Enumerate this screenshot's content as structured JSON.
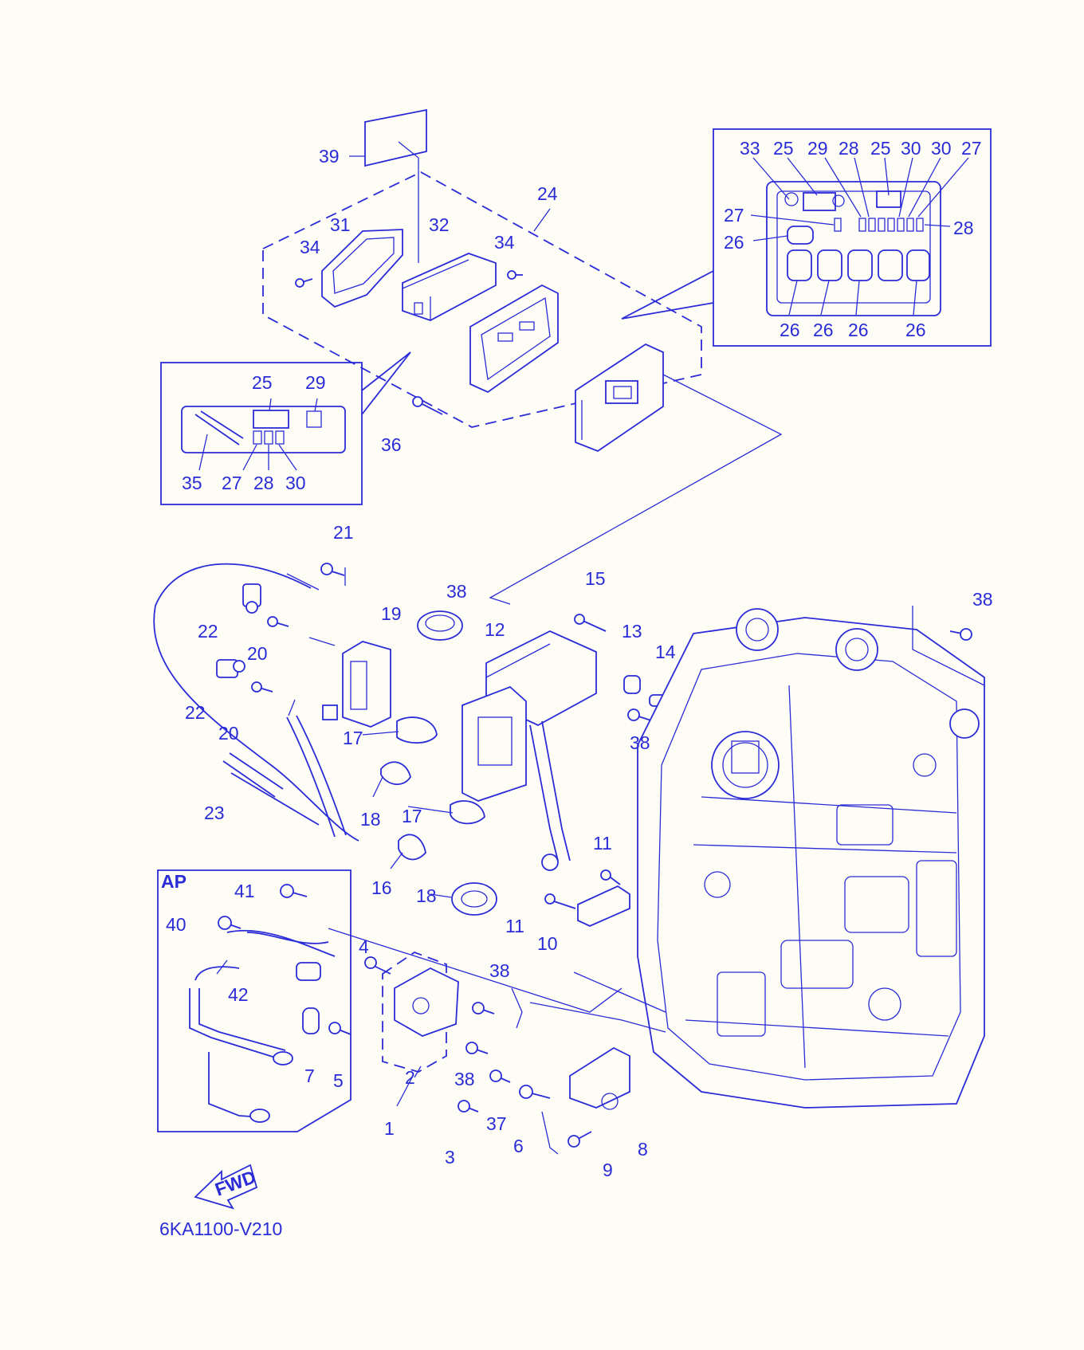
{
  "diagram": {
    "figure_code": "6KA1100-V210",
    "direction_label": "FWD",
    "variant_label": "AP",
    "callouts": [
      {
        "id": "c1",
        "text": "1"
      },
      {
        "id": "c2",
        "text": "2"
      },
      {
        "id": "c3",
        "text": "3"
      },
      {
        "id": "c4",
        "text": "4"
      },
      {
        "id": "c5",
        "text": "5"
      },
      {
        "id": "c6",
        "text": "6"
      },
      {
        "id": "c7",
        "text": "7"
      },
      {
        "id": "c8",
        "text": "8"
      },
      {
        "id": "c9",
        "text": "9"
      },
      {
        "id": "c10",
        "text": "10"
      },
      {
        "id": "c11a",
        "text": "11"
      },
      {
        "id": "c11b",
        "text": "11"
      },
      {
        "id": "c12",
        "text": "12"
      },
      {
        "id": "c13",
        "text": "13"
      },
      {
        "id": "c14",
        "text": "14"
      },
      {
        "id": "c15",
        "text": "15"
      },
      {
        "id": "c16",
        "text": "16"
      },
      {
        "id": "c17a",
        "text": "17"
      },
      {
        "id": "c17b",
        "text": "17"
      },
      {
        "id": "c18a",
        "text": "18"
      },
      {
        "id": "c18b",
        "text": "18"
      },
      {
        "id": "c19",
        "text": "19"
      },
      {
        "id": "c20a",
        "text": "20"
      },
      {
        "id": "c20b",
        "text": "20"
      },
      {
        "id": "c21",
        "text": "21"
      },
      {
        "id": "c22a",
        "text": "22"
      },
      {
        "id": "c22b",
        "text": "22"
      },
      {
        "id": "c23",
        "text": "23"
      },
      {
        "id": "c24",
        "text": "24"
      },
      {
        "id": "c25a",
        "text": "25"
      },
      {
        "id": "c25b",
        "text": "25"
      },
      {
        "id": "c25c",
        "text": "25"
      },
      {
        "id": "c26a",
        "text": "26"
      },
      {
        "id": "c26b",
        "text": "26"
      },
      {
        "id": "c26c",
        "text": "26"
      },
      {
        "id": "c26d",
        "text": "26"
      },
      {
        "id": "c26e",
        "text": "26"
      },
      {
        "id": "c27a",
        "text": "27"
      },
      {
        "id": "c27b",
        "text": "27"
      },
      {
        "id": "c27c",
        "text": "27"
      },
      {
        "id": "c28a",
        "text": "28"
      },
      {
        "id": "c28b",
        "text": "28"
      },
      {
        "id": "c28c",
        "text": "28"
      },
      {
        "id": "c29a",
        "text": "29"
      },
      {
        "id": "c29b",
        "text": "29"
      },
      {
        "id": "c30a",
        "text": "30"
      },
      {
        "id": "c30b",
        "text": "30"
      },
      {
        "id": "c30c",
        "text": "30"
      },
      {
        "id": "c31",
        "text": "31"
      },
      {
        "id": "c32",
        "text": "32"
      },
      {
        "id": "c33",
        "text": "33"
      },
      {
        "id": "c34a",
        "text": "34"
      },
      {
        "id": "c34b",
        "text": "34"
      },
      {
        "id": "c35",
        "text": "35"
      },
      {
        "id": "c36",
        "text": "36"
      },
      {
        "id": "c37",
        "text": "37"
      },
      {
        "id": "c38a",
        "text": "38"
      },
      {
        "id": "c38b",
        "text": "38"
      },
      {
        "id": "c38c",
        "text": "38"
      },
      {
        "id": "c38d",
        "text": "38"
      },
      {
        "id": "c38e",
        "text": "38"
      },
      {
        "id": "c39",
        "text": "39"
      },
      {
        "id": "c40",
        "text": "40"
      },
      {
        "id": "c41",
        "text": "41"
      },
      {
        "id": "c42",
        "text": "42"
      }
    ]
  }
}
